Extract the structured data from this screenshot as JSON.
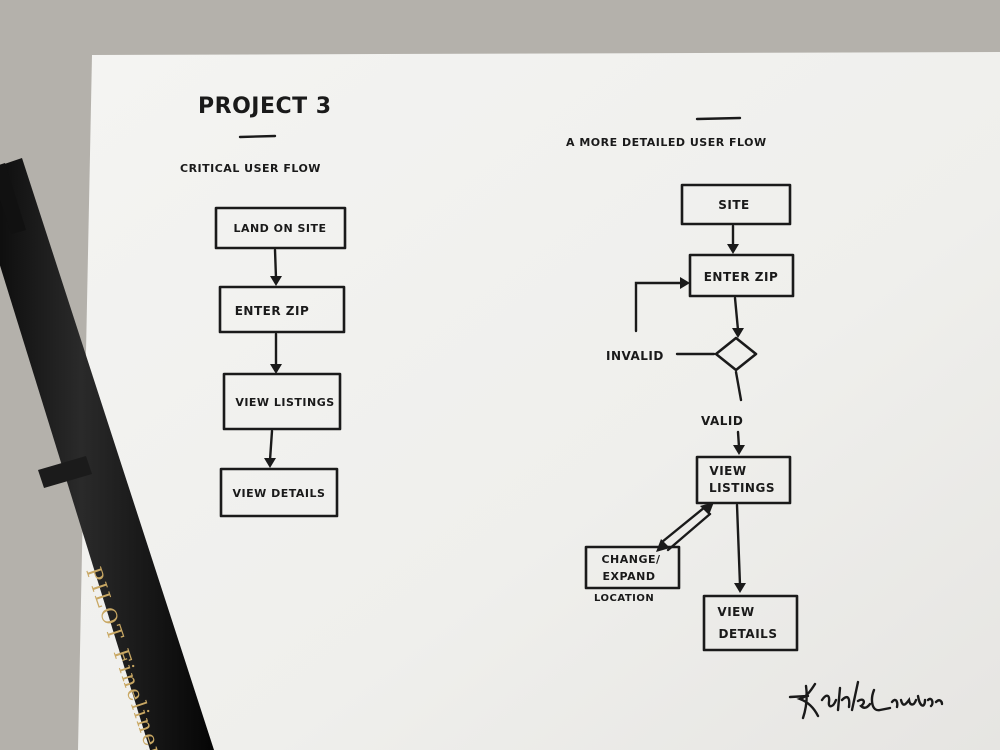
{
  "left_diagram": {
    "title": "PROJECT 3",
    "subtitle": "CRITICAL USER FLOW",
    "steps": [
      "LAND ON SITE",
      "ENTER ZIP",
      "VIEW LISTINGS",
      "VIEW DETAILS"
    ]
  },
  "right_diagram": {
    "title": "A MORE DETAILED USER FLOW",
    "nodes": {
      "site": "SITE",
      "enter_zip": "ENTER ZIP",
      "view_listings_1": "VIEW",
      "view_listings_2": "LISTINGS",
      "change_1": "CHANGE/",
      "change_2": "EXPAND",
      "view_details_1": "VIEW",
      "view_details_2": "DETAILS"
    },
    "labels": {
      "invalid": "INVALID",
      "valid": "VALID",
      "location": "LOCATION"
    }
  },
  "signature": "KathleenLamboer",
  "pen_brand": "PILOT Fineliner"
}
